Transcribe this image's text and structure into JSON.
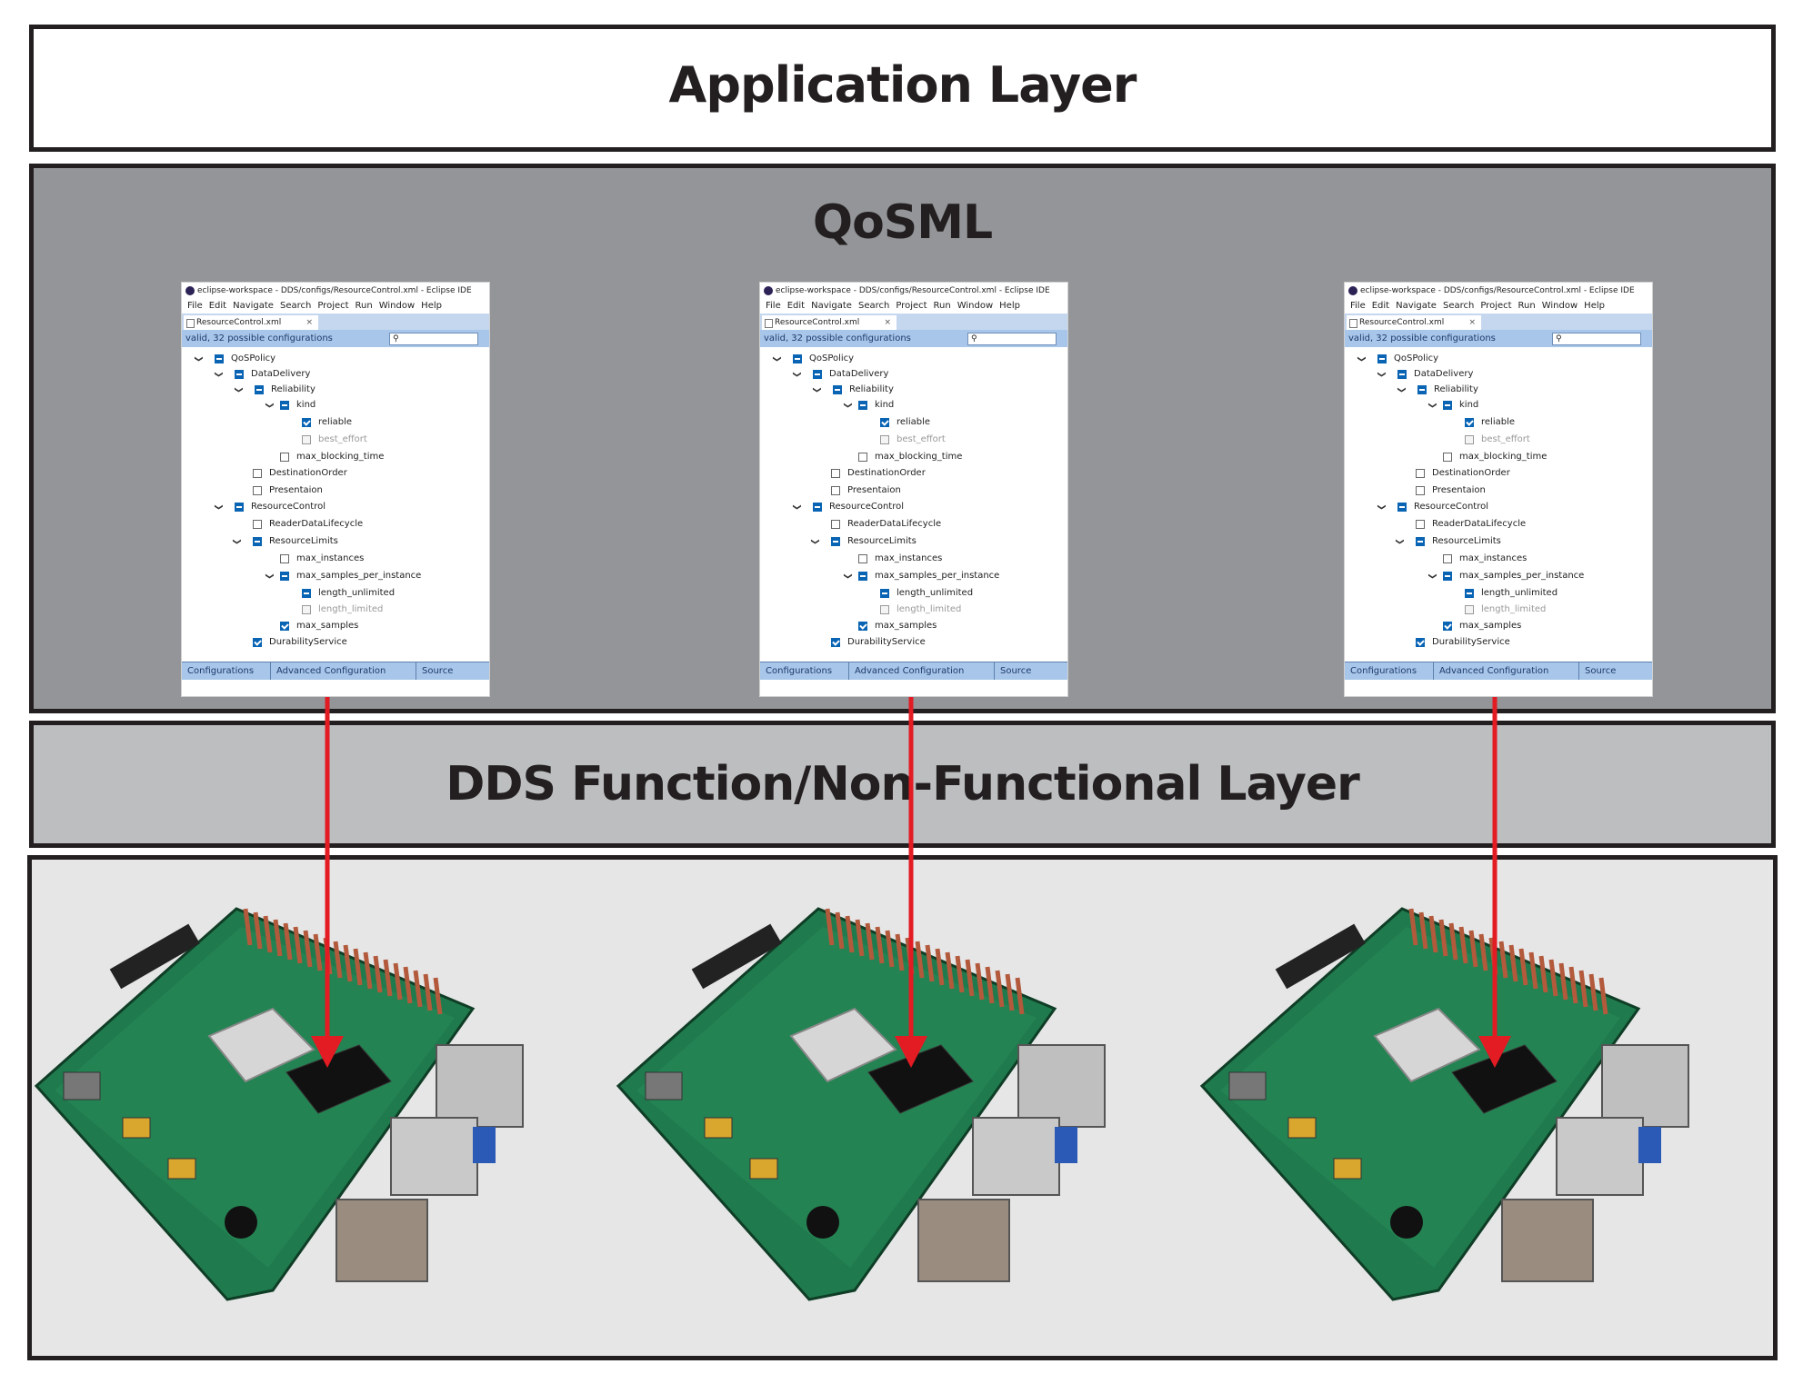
{
  "layers": {
    "application": "Application Layer",
    "qosml": "QoSML",
    "dds": "DDS Function/Non-Functional Layer"
  },
  "ide": {
    "title": "eclipse-workspace - DDS/configs/ResourceControl.xml - Eclipse IDE",
    "menu": [
      "File",
      "Edit",
      "Navigate",
      "Search",
      "Project",
      "Run",
      "Window",
      "Help"
    ],
    "tab": "ResourceControl.xml",
    "status": "valid, 32 possible configurations",
    "tree": [
      {
        "label": "QoSPolicy",
        "state": "partial"
      },
      {
        "label": "DataDelivery",
        "state": "partial"
      },
      {
        "label": "Reliability",
        "state": "partial"
      },
      {
        "label": "kind",
        "state": "partial"
      },
      {
        "label": "reliable",
        "state": "checked"
      },
      {
        "label": "best_effort",
        "state": "disabled"
      },
      {
        "label": "max_blocking_time",
        "state": "empty"
      },
      {
        "label": "DestinationOrder",
        "state": "empty"
      },
      {
        "label": "Presentaion",
        "state": "empty"
      },
      {
        "label": "ResourceControl",
        "state": "partial"
      },
      {
        "label": "ReaderDataLifecycle",
        "state": "empty"
      },
      {
        "label": "ResourceLimits",
        "state": "partial"
      },
      {
        "label": "max_instances",
        "state": "empty"
      },
      {
        "label": "max_samples_per_instance",
        "state": "partial"
      },
      {
        "label": "length_unlimited",
        "state": "partial"
      },
      {
        "label": "length_limited",
        "state": "disabled"
      },
      {
        "label": "max_samples",
        "state": "checked"
      },
      {
        "label": "DurabilityService",
        "state": "checked"
      }
    ],
    "bottom_tabs": [
      "Configurations",
      "Advanced Configuration",
      "Source"
    ]
  },
  "colors": {
    "arrow": "#e31b23",
    "qosml_bg": "#939598",
    "dds_bg": "#bcbec0",
    "hardware_bg": "#e6e6e7",
    "board_green": "#1f7a4d"
  }
}
